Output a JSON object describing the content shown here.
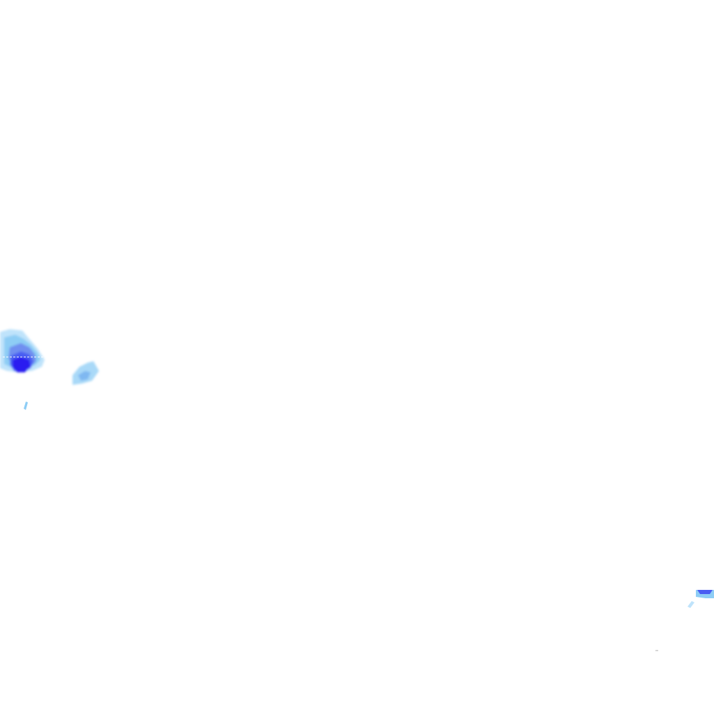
{
  "map": {
    "layer": "precipitation-radar",
    "legend_colors": {
      "light": "#bfe3fb",
      "moderate": "#8ecdf5",
      "medium": "#6f8ff0",
      "heavy": "#4a5df2",
      "intense": "#2a1ff0"
    },
    "echoes": [
      {
        "id": "west-cell",
        "intensity": "intense"
      },
      {
        "id": "west-satellite-cell",
        "intensity": "moderate"
      },
      {
        "id": "west-speck",
        "intensity": "moderate"
      },
      {
        "id": "southeast-cell",
        "intensity": "heavy"
      }
    ]
  }
}
